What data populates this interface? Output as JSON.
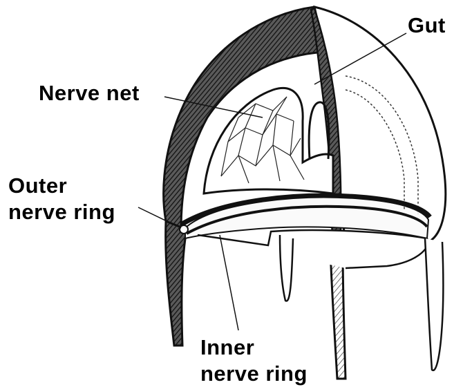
{
  "labels": {
    "gut": "Gut",
    "nerve_net": "Nerve net",
    "outer_nerve_ring": "Outer\nnerve ring",
    "inner_nerve_ring": "Inner\nnerve ring"
  },
  "colors": {
    "ink": "#111111",
    "paper": "#ffffff",
    "shade": "#2a2a2a"
  }
}
